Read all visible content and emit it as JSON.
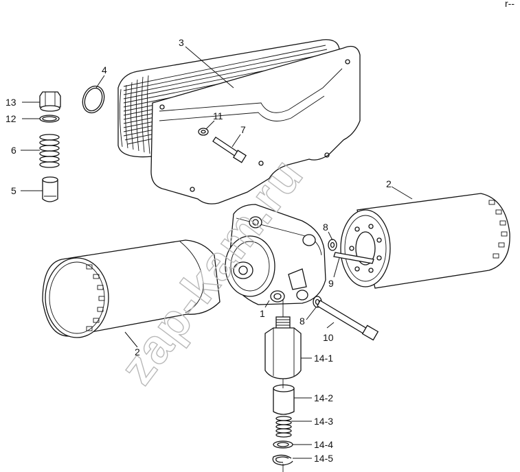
{
  "watermark": "zap-kam.ru",
  "corner_mark": "r--",
  "callouts": [
    {
      "id": "3",
      "text": "3"
    },
    {
      "id": "4",
      "text": "4"
    },
    {
      "id": "13",
      "text": "13"
    },
    {
      "id": "12",
      "text": "12"
    },
    {
      "id": "6",
      "text": "6"
    },
    {
      "id": "5",
      "text": "5"
    },
    {
      "id": "11",
      "text": "11"
    },
    {
      "id": "7",
      "text": "7"
    },
    {
      "id": "2a",
      "text": "2"
    },
    {
      "id": "2b",
      "text": "2"
    },
    {
      "id": "8a",
      "text": "8"
    },
    {
      "id": "9",
      "text": "9"
    },
    {
      "id": "8b",
      "text": "8"
    },
    {
      "id": "1",
      "text": "1"
    },
    {
      "id": "10",
      "text": "10"
    },
    {
      "id": "14-1",
      "text": "14-1"
    },
    {
      "id": "14-2",
      "text": "14-2"
    },
    {
      "id": "14-3",
      "text": "14-3"
    },
    {
      "id": "14-4",
      "text": "14-4"
    },
    {
      "id": "14-5",
      "text": "14-5"
    }
  ]
}
